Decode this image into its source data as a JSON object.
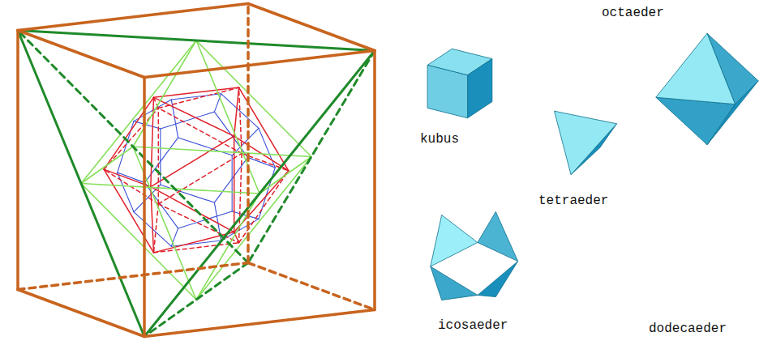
{
  "diagram": {
    "labels": [
      "octaeder",
      "kubus",
      "tetraeder",
      "icosaeder",
      "dodecaeder"
    ]
  }
}
